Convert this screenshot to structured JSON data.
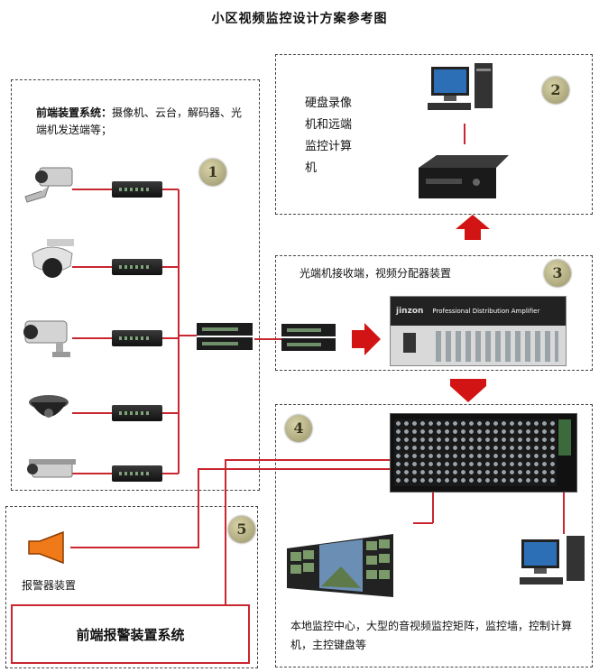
{
  "title": "小区视频监控设计方案参考图",
  "sections": {
    "front": {
      "number": "1",
      "label_bold": "前端装置系统：",
      "label_rest": "摄像机、云台，解码器、光端机发送端等；"
    },
    "storage": {
      "number": "2",
      "label": "硬盘录像机和远端监控计算机"
    },
    "receiver": {
      "number": "3",
      "label": "光端机接收端，视频分配器装置",
      "distributor_brand": "jinzon",
      "distributor_caption": "Professional  Distribution  Amplifier"
    },
    "center": {
      "number": "4",
      "label": "本地监控中心，大型的音视频监控矩阵，监控墙，控制计算机，主控键盘等"
    },
    "alarm": {
      "number": "5",
      "device_label": "报警器装置",
      "system_label": "前端报警装置系统"
    }
  },
  "icons": [
    "camera-box-icon",
    "ptz-dome-icon",
    "bullet-camera-icon",
    "dome-camera-icon",
    "housing-camera-icon",
    "computer-icon",
    "dvr-icon",
    "distributor-icon",
    "matrix-icon",
    "video-wall-icon",
    "siren-icon"
  ],
  "colors": {
    "line": "#c9262f",
    "arrow": "#d21414",
    "circle": "#b3ad80"
  }
}
